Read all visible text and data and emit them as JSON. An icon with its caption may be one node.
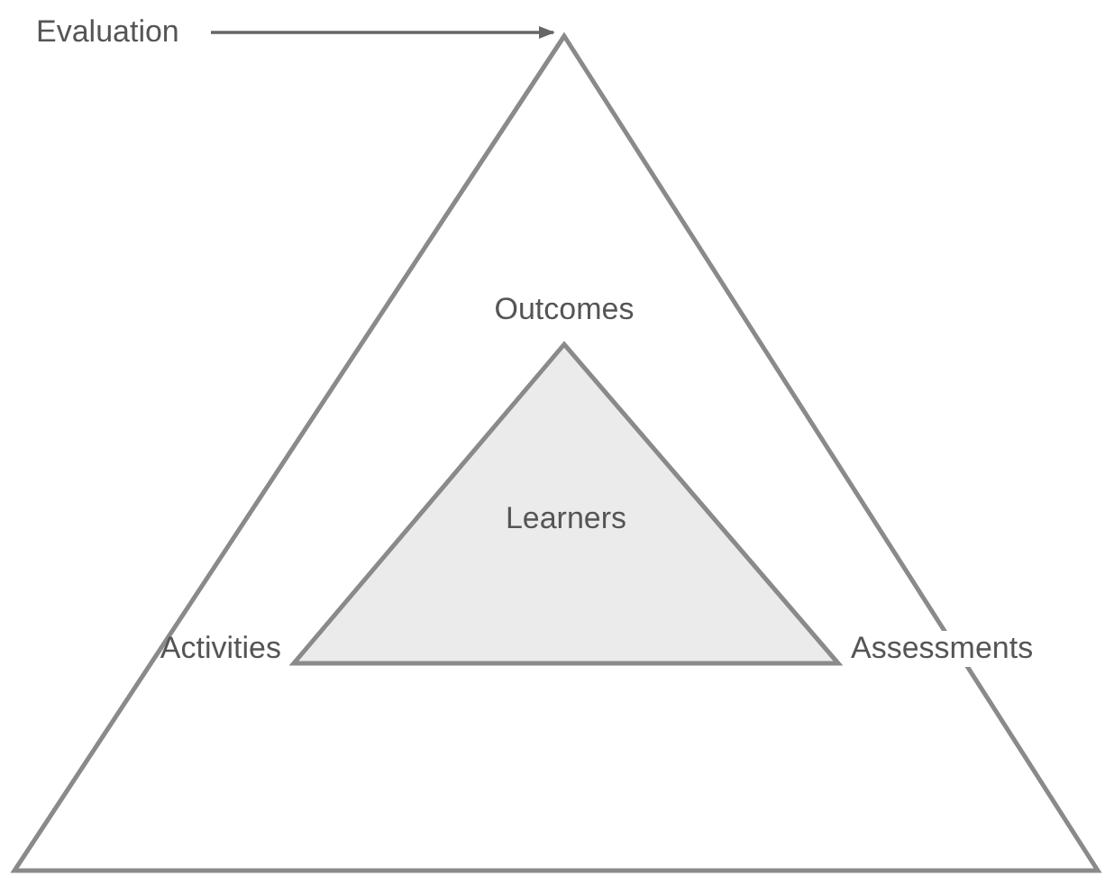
{
  "diagram": {
    "nodes": [
      {
        "text": [
          "Evaluation"
        ]
      },
      {
        "text": [],
        "shape": "triangle"
      },
      {
        "text": [
          "Learners"
        ],
        "in": 1,
        "beside": [
          "Outcomes",
          "Activities",
          "Assessments"
        ]
      }
    ],
    "edges": [
      {
        "from": 0,
        "to": 1,
        "arrow": "to"
      }
    ]
  }
}
